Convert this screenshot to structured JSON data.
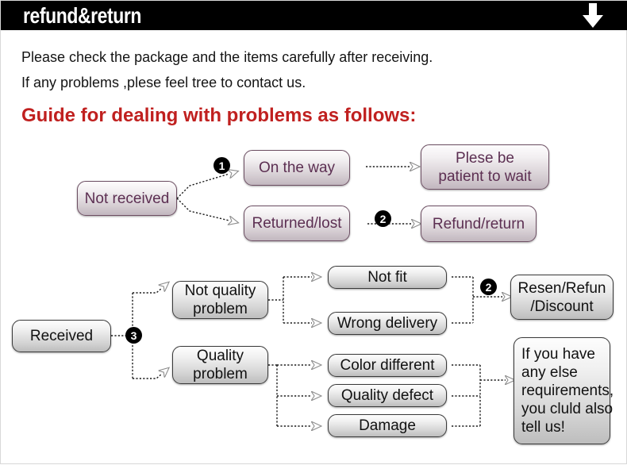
{
  "header": {
    "title": "refund&return",
    "arrow_icon": "arrow-down-icon",
    "background": "#000000",
    "title_color": "#ffffff"
  },
  "intro": {
    "line1": "Please check the package and the items carefully after receiving.",
    "line2": "If any problems ,plese feel tree to contact us.",
    "guide_title": "Guide for dealing with problems as follows:",
    "guide_color": "#c0201f",
    "text_color": "#141414"
  },
  "flow_not_received": {
    "source": "Not received",
    "branches": [
      {
        "badge": "1",
        "label": "On the way",
        "result": "Plese be\npatient to wait"
      },
      {
        "badge": "2",
        "label": "Returned/lost",
        "result": "Refund/return"
      }
    ],
    "box_text_color": "#5c2f52",
    "box_border_color": "#6d4f63"
  },
  "flow_received": {
    "source": "Received",
    "source_badge": "3",
    "categories": [
      {
        "label": "Not quality\nproblem",
        "reasons": [
          "Not fit",
          "Wrong delivery"
        ],
        "badge": "2",
        "outcome": "Resen/Refun\n/Discount"
      },
      {
        "label": "Quality\nproblem",
        "reasons": [
          "Color different",
          "Quality defect",
          "Damage"
        ],
        "badge": "",
        "outcome": "If you have\nany else\nrequirements,\nyou cluld also\ntell us!"
      }
    ],
    "box_text_color": "#111111",
    "box_border_color": "#3a3a3a"
  }
}
